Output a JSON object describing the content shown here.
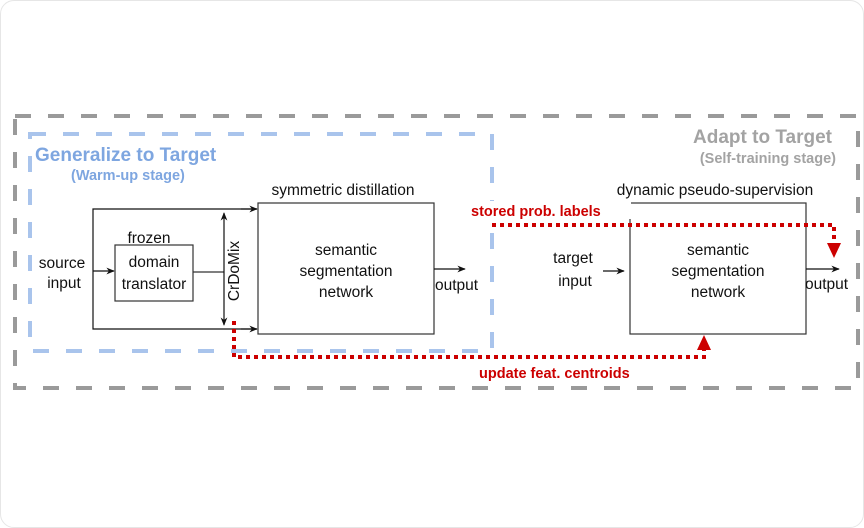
{
  "stages": {
    "warmup": {
      "title": "Generalize to Target",
      "subtitle": "(Warm-up stage)",
      "color": "#7ea6e0"
    },
    "selftraining": {
      "title": "Adapt to Target",
      "subtitle": "(Self-training stage)",
      "color": "#a3a3a3"
    }
  },
  "source": {
    "input_line1": "source",
    "input_line2": "input",
    "frozen_label": "frozen",
    "translator_line1": "domain",
    "translator_line2": "translator",
    "mix_label": "CrDoMix",
    "distill_label": "symmetric distillation",
    "network_line1": "semantic",
    "network_line2": "segmentation",
    "network_line3": "network",
    "output_label": "output"
  },
  "target": {
    "input_line1": "target",
    "input_line2": "input",
    "supervision_label": "dynamic pseudo-supervision",
    "network_line1": "semantic",
    "network_line2": "segmentation",
    "network_line3": "network",
    "output_label": "output"
  },
  "feedback": {
    "stored_labels": "stored prob. labels",
    "update_centroids": "update feat. centroids",
    "color": "#cc0000"
  }
}
